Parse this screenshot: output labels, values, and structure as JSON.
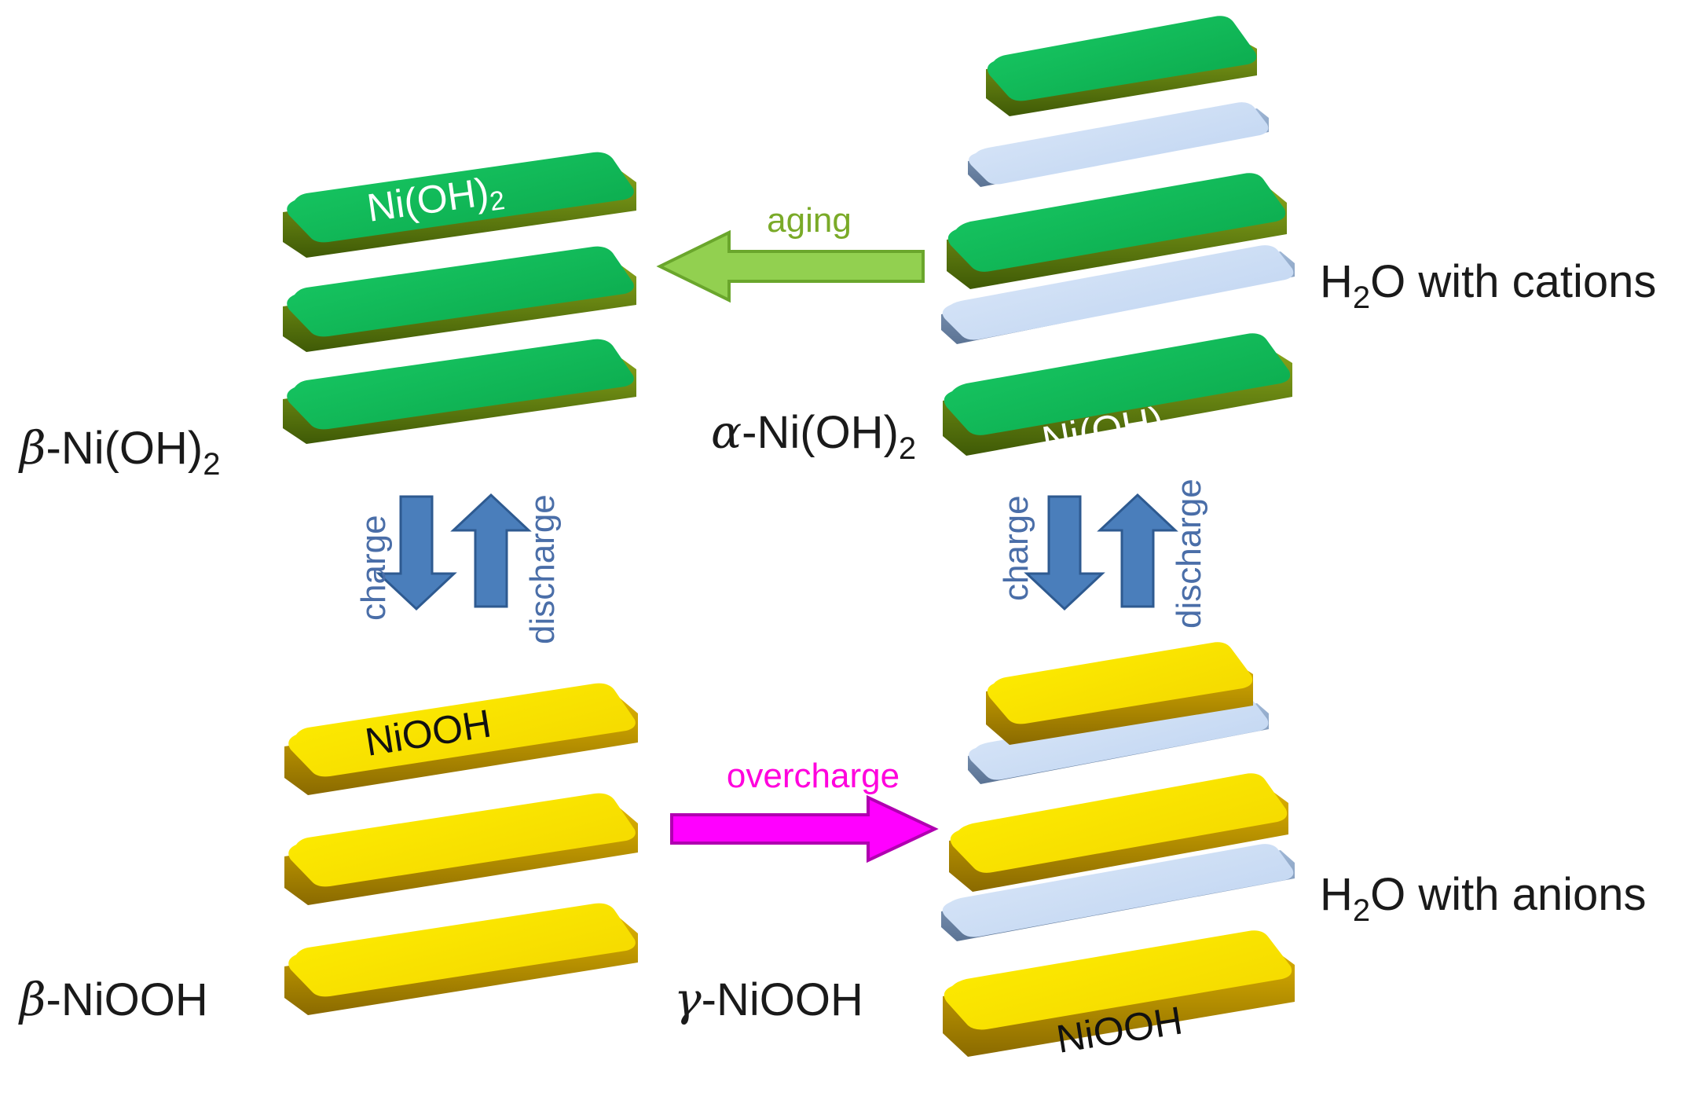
{
  "labels": {
    "beta_nioh2_greek": "β",
    "beta_nioh2_main": "-Ni(OH)",
    "beta_nioh2_sub": "2",
    "alpha_nioh2_greek": "α",
    "alpha_nioh2_main": "-Ni(OH)",
    "alpha_nioh2_sub": "2",
    "beta_niooh_greek": "β",
    "beta_niooh_main": "-NiOOH",
    "gamma_niooh_greek": "γ",
    "gamma_niooh_main": "-NiOOH",
    "h2o_cations_pre": "H",
    "h2o_cations_sub": "2",
    "h2o_cations_post": "O with cations",
    "h2o_anions_pre": "H",
    "h2o_anions_sub": "2",
    "h2o_anions_post": "O with anions"
  },
  "plates": {
    "nioh2_pre": "Ni(OH)",
    "nioh2_sub": "2",
    "niooh": "NiOOH"
  },
  "arrows": {
    "aging": "aging",
    "overcharge": "overcharge",
    "charge": "charge",
    "discharge": "discharge"
  },
  "colors": {
    "green_top": "#12c05a",
    "green_side": "#6a8a10",
    "yellow_top": "#ffe600",
    "yellow_side": "#c29a00",
    "water_top": "#cfe0f7",
    "water_side": "#7f9bbf",
    "aging_arrow": "#92d050",
    "aging_text": "#7aaa28",
    "overcharge_arrow": "#ff00ff",
    "overcharge_text": "#ff00dd",
    "charge_arrow": "#4a7ebb",
    "charge_text": "#4a6ea8"
  }
}
